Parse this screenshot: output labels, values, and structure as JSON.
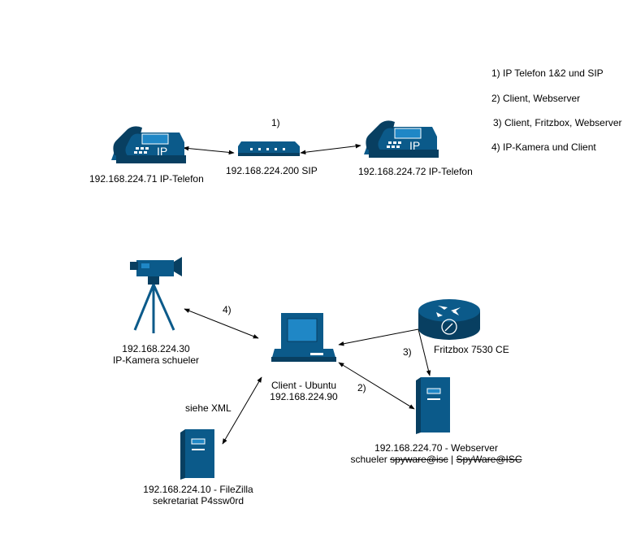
{
  "legend": {
    "item1": "1) IP Telefon 1&2 und SIP",
    "item2": "2) Client, Webserver",
    "item3": "3)  Client, Fritzbox, Webserver",
    "item4": "4) IP-Kamera und Client"
  },
  "nodes": {
    "phone1": {
      "label": "192.168.224.71 IP-Telefon",
      "icon_text": "IP"
    },
    "sip": {
      "label": "192.168.224.200 SIP"
    },
    "phone2": {
      "label": "192.168.224.72 IP-Telefon",
      "icon_text": "IP"
    },
    "camera": {
      "label_line1": "192.168.224.30",
      "label_line2": "IP-Kamera schueler"
    },
    "client": {
      "label_line1": "Client - Ubuntu",
      "label_line2": "192.168.224.90"
    },
    "fritzbox": {
      "label": "Fritzbox 7530 CE"
    },
    "webserver": {
      "label_line1": "192.168.224.70 - Webserver",
      "label_line2_prefix": "schueler ",
      "label_line2_strike1": "spyware@isc",
      "label_line2_sep": " | ",
      "label_line2_strike2": "SpyWare@ISC"
    },
    "ftp": {
      "label_line1": "192.168.224.10 - FileZilla",
      "label_line2": "sekretariat P4ssw0rd"
    }
  },
  "connection_labels": {
    "sip_link": "1)",
    "camera_link": "4)",
    "fritz_link": "3)",
    "web_link": "2)",
    "ftp_note": "siehe XML"
  },
  "colors": {
    "device_blue": "#0b5a8a",
    "device_dark": "#083f61",
    "screen_blue": "#1f87c6",
    "line": "#000000"
  }
}
